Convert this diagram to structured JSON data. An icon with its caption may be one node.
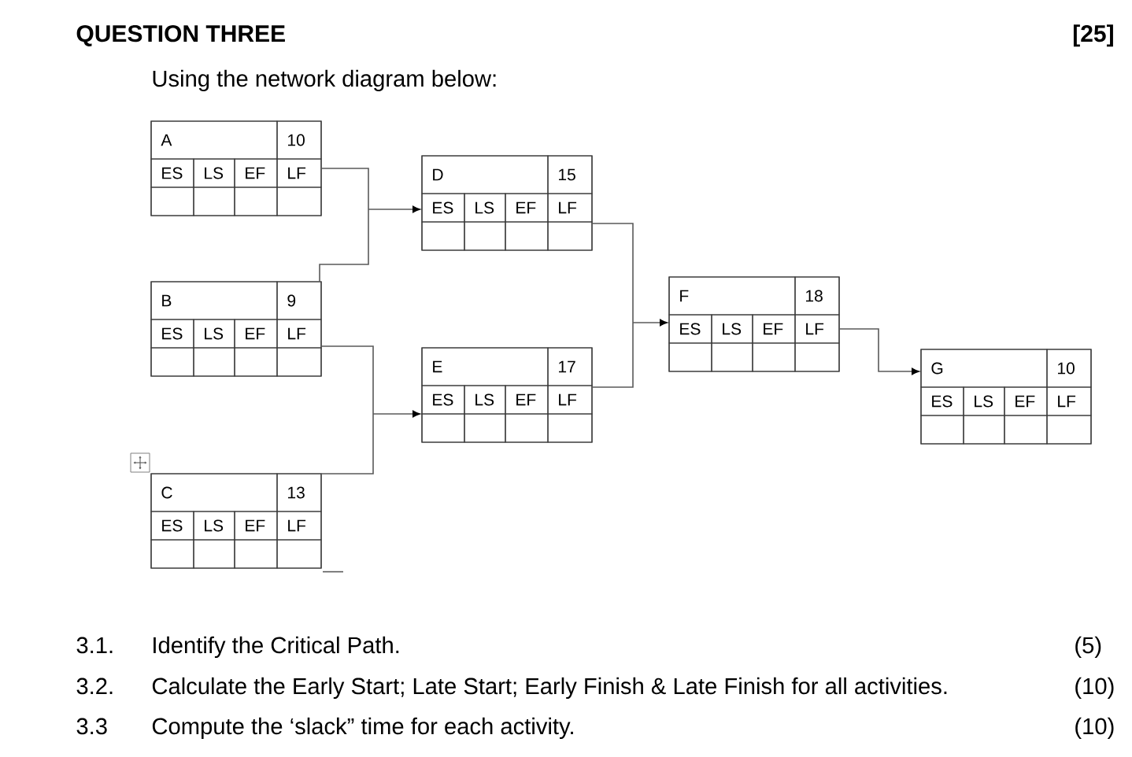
{
  "diagram": {
    "title": "QUESTION THREE",
    "nodes": [
      {
        "text": [
          "A",
          "10",
          "ES",
          "LS",
          "EF",
          "LF"
        ]
      },
      {
        "text": [
          "B",
          "9",
          "ES",
          "LS",
          "EF",
          "LF"
        ]
      },
      {
        "text": [
          "C",
          "13",
          "ES",
          "LS",
          "EF",
          "LF"
        ]
      },
      {
        "text": [
          "D",
          "15",
          "ES",
          "LS",
          "EF",
          "LF"
        ]
      },
      {
        "text": [
          "E",
          "17",
          "ES",
          "LS",
          "EF",
          "LF"
        ]
      },
      {
        "text": [
          "F",
          "18",
          "ES",
          "LS",
          "EF",
          "LF"
        ]
      },
      {
        "text": [
          "G",
          "10",
          "ES",
          "LS",
          "EF",
          "LF"
        ]
      }
    ],
    "edges": [
      {
        "from": 0,
        "to": 3,
        "arrow": "to"
      },
      {
        "from": 1,
        "to": 3,
        "arrow": "to"
      },
      {
        "from": 1,
        "to": 4,
        "arrow": "to"
      },
      {
        "from": 2,
        "to": 4,
        "arrow": "to"
      },
      {
        "from": 3,
        "to": 5,
        "arrow": "to"
      },
      {
        "from": 4,
        "to": 5,
        "arrow": "to"
      },
      {
        "from": 5,
        "to": 6,
        "arrow": "to"
      }
    ],
    "labels": [
      "[25]",
      "Using the network diagram below:",
      "3.1.",
      "Identify the Critical Path.",
      "(5)",
      "3.2.",
      "Calculate the Early Start; Late Start; Early Finish & Late Finish for all activities.",
      "(10)",
      "3.3",
      "Compute the ‘slack” time for each activity.",
      "(10)"
    ]
  }
}
